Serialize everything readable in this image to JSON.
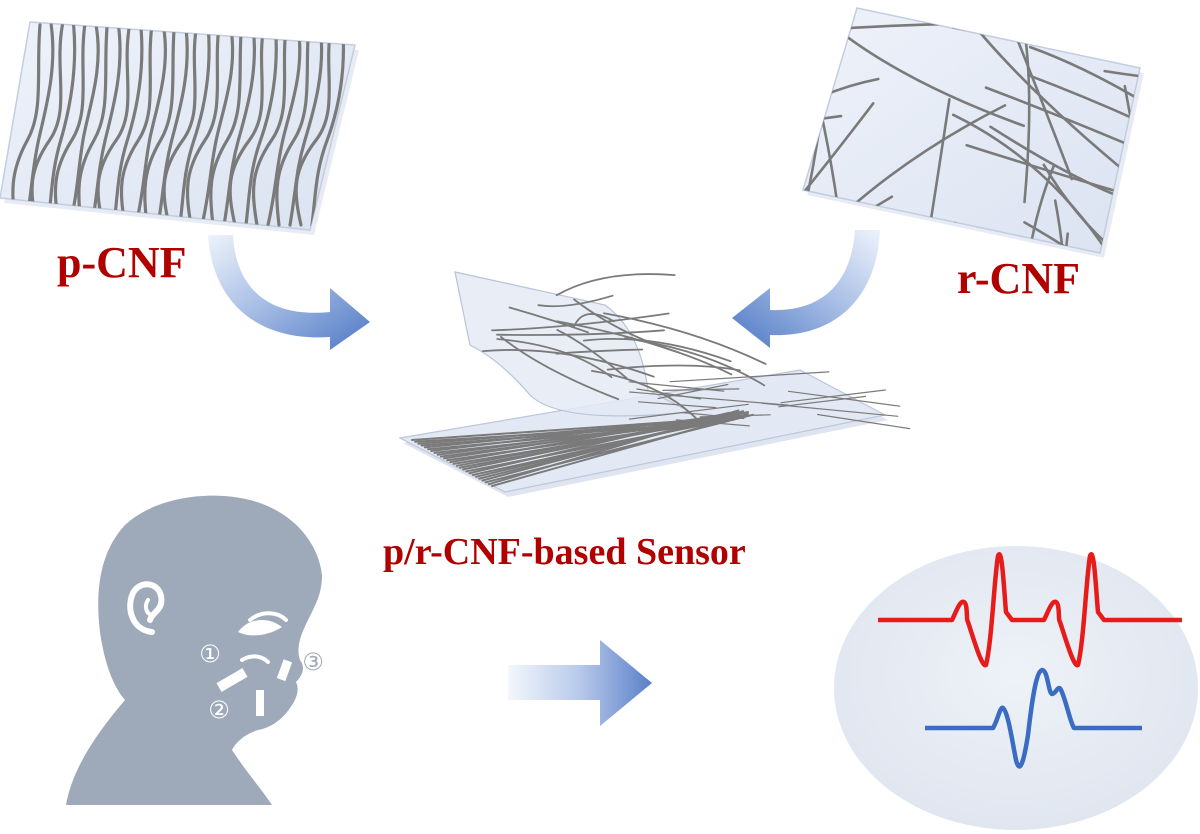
{
  "labels": {
    "p_cnf": "p-CNF",
    "r_cnf": "r-CNF",
    "sensor": "p/r-CNF-based Sensor"
  },
  "positions": {
    "one": "①",
    "two": "②",
    "three": "③"
  },
  "colors": {
    "label_red": "#b00000",
    "fiber_gray": "#7a7a7a",
    "film_fill": "#e7ecf6",
    "silhouette": "#9ea9b9",
    "arrow_blue": "#5a7fc8",
    "signal_red": "#e81b1b",
    "signal_blue": "#3b6cc4",
    "circle_fill": "#e6ebf3"
  },
  "icons": [
    "curved-arrow-icon",
    "right-arrow-icon",
    "face-silhouette-icon",
    "waveform-icon"
  ]
}
